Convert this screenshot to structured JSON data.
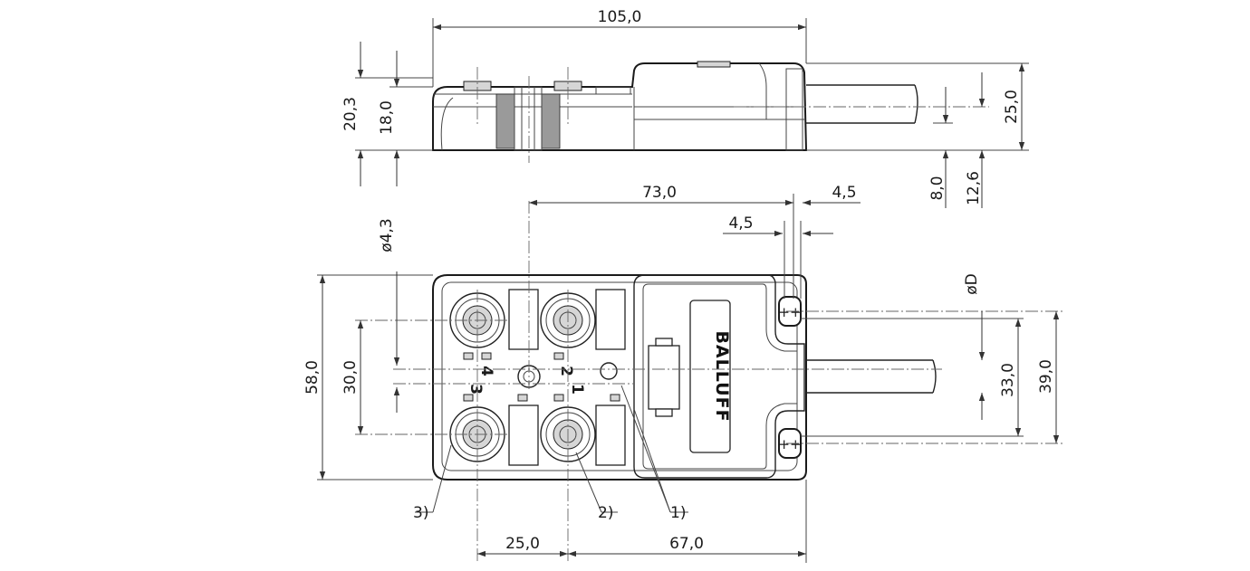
{
  "brand": {
    "logo": "BALLUFF"
  },
  "side_view": {
    "dimensions": {
      "total_length": "105,0",
      "height_total": "20,3",
      "height_body": "18,0",
      "height_cable_end": "25,0",
      "cable_axis_low": "8,0",
      "cable_axis_high": "12,6"
    }
  },
  "top_view": {
    "dimensions": {
      "hole_spacing": "73,0",
      "hole_offset_right": "4,5",
      "hole_offset_left": "4,5",
      "hole_diameter": "ø4,3",
      "cable_diameter": "øD",
      "width_total": "58,0",
      "port_spacing_vertical": "30,0",
      "width_mount_inner": "33,0",
      "width_mount_outer": "39,0",
      "port_spacing_horizontal": "25,0",
      "port_to_end": "67,0"
    },
    "port_labels": [
      "4",
      "2",
      "3",
      "1"
    ],
    "callouts": [
      "1)",
      "2)",
      "3)"
    ]
  }
}
